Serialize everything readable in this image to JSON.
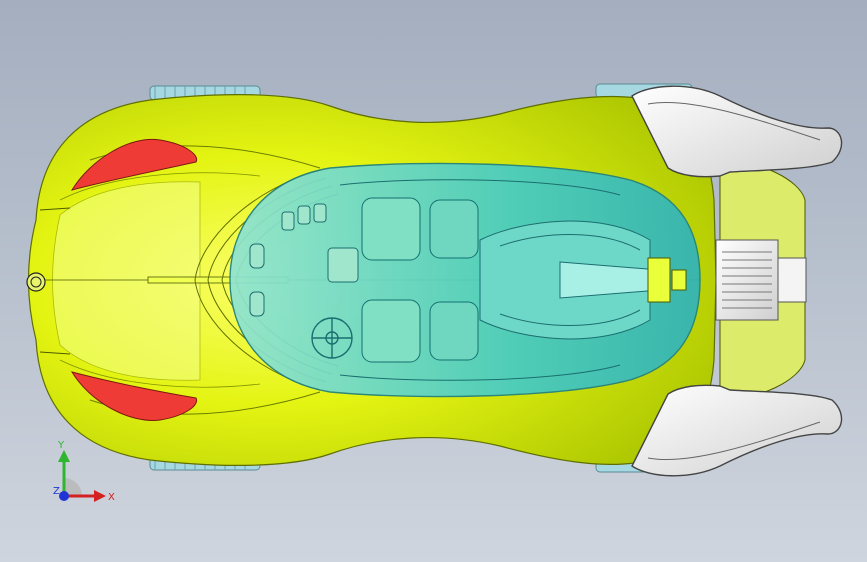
{
  "viewport": {
    "background_top": "#a4aebf",
    "background_bottom": "#cfd5de"
  },
  "model": {
    "body_color": "#d8f000",
    "body_shade": "#a6c200",
    "canopy_color": "#4fd0c8",
    "canopy_edge": "#2aa6a6",
    "vent_color": "#ee3a36",
    "wing_color": "#f2f2f2",
    "tire_color": "#9fd6e0"
  },
  "triad": {
    "y_label": "Y",
    "x_label": "X",
    "z_label": "Z",
    "y_color": "#2fb52f",
    "x_color": "#d42020",
    "z_color": "#2035d4"
  }
}
